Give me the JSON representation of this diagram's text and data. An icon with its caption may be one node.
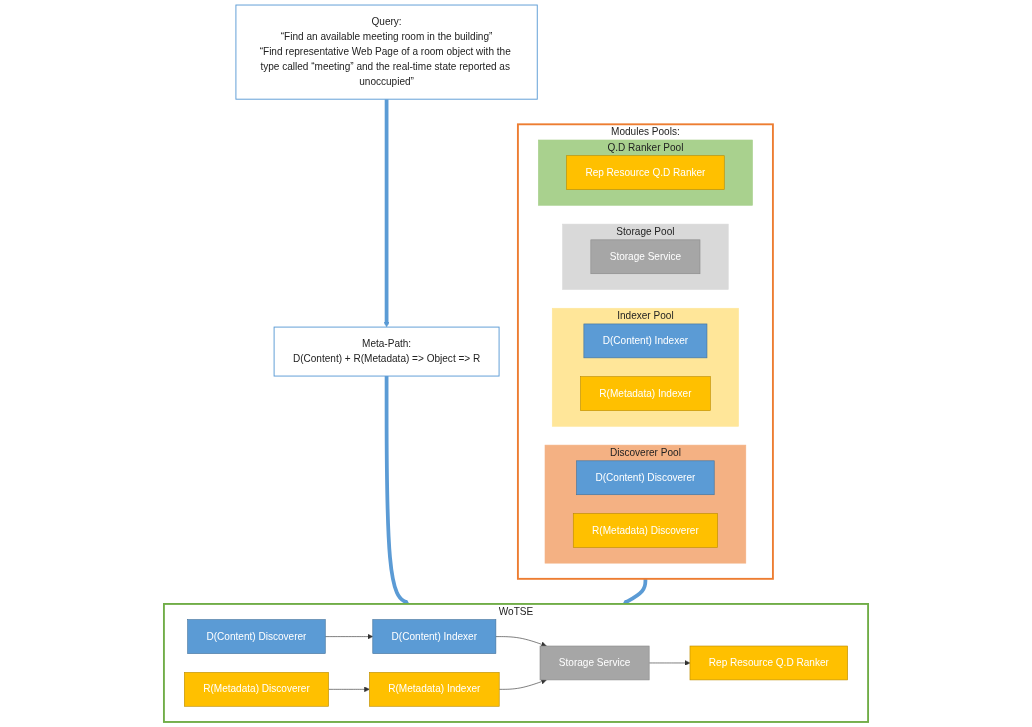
{
  "diagram": {
    "nodes": [
      {
        "text": [
          "Query:",
          "“Find an available meeting room in the building”",
          "“Find representative Web Page of a room object with the type called “meeting” and the real-time state reported as unoccupied”"
        ]
      },
      {
        "text": [
          "Meta-Path:",
          "D(Content) + R(Metadata) => Object => R"
        ]
      },
      {
        "text": [
          "WoTSE"
        ]
      },
      {
        "text": [
          "D(Content) Discoverer"
        ],
        "in": 2
      },
      {
        "text": [
          "D(Content) Indexer"
        ],
        "in": 2
      },
      {
        "text": [
          "R(Metadata) Discoverer"
        ],
        "in": 2
      },
      {
        "text": [
          "R(Metadata) Indexer"
        ],
        "in": 2
      },
      {
        "text": [
          "Storage Service"
        ],
        "in": 2
      },
      {
        "text": [
          "Rep Resource Q.D Ranker"
        ],
        "in": 2
      },
      {
        "text": [
          "Modules Pools:"
        ]
      },
      {
        "text": [
          "Discoverer Pool"
        ],
        "in": 9
      },
      {
        "text": [
          "D(Content) Discoverer"
        ],
        "in": 10
      },
      {
        "text": [
          "R(Metadata) Discoverer"
        ],
        "in": 10
      },
      {
        "text": [
          "Indexer Pool"
        ],
        "in": 9
      },
      {
        "text": [
          "D(Content) Indexer"
        ],
        "in": 13
      },
      {
        "text": [
          "R(Metadata) Indexer"
        ],
        "in": 13
      },
      {
        "text": [
          "Storage Pool"
        ],
        "in": 9
      },
      {
        "text": [
          "Storage Service"
        ],
        "in": 16
      },
      {
        "text": [
          "Q.D Ranker Pool"
        ],
        "in": 9
      },
      {
        "text": [
          "Rep Resource Q.D Ranker"
        ],
        "in": 18
      }
    ],
    "edges": [
      {
        "from": 0,
        "to": 1,
        "arrow": "to",
        "style": "thick",
        "color": "#5b9bd5"
      },
      {
        "from": 1,
        "to": 2,
        "arrow": "to",
        "style": "thick",
        "color": "#5b9bd5"
      },
      {
        "from": 3,
        "to": 4,
        "arrow": "to"
      },
      {
        "from": 5,
        "to": 6,
        "arrow": "to"
      },
      {
        "from": 4,
        "to": 7,
        "arrow": "to"
      },
      {
        "from": 6,
        "to": 7,
        "arrow": "to"
      },
      {
        "from": 7,
        "to": 8,
        "arrow": "to"
      },
      {
        "from": 9,
        "to": 2,
        "arrow": "to",
        "style": "thick",
        "color": "#5b9bd5"
      }
    ]
  }
}
